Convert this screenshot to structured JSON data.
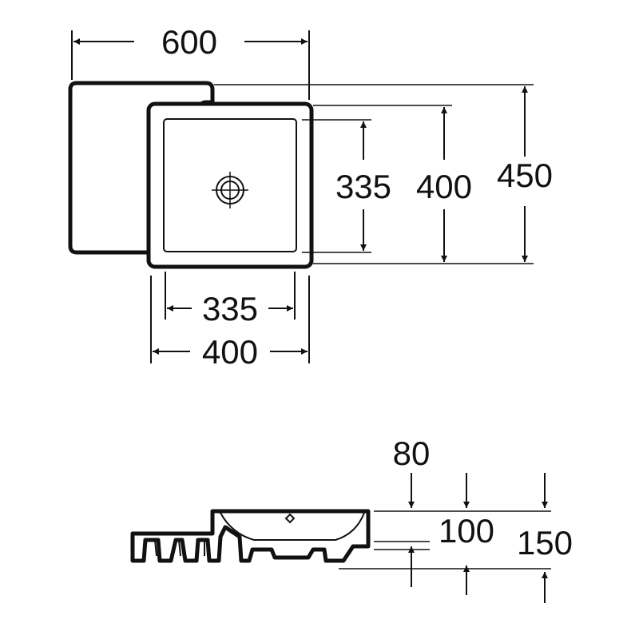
{
  "plan_view": {
    "overall_width": "600",
    "bowl_inner_width": "335",
    "bowl_outer_width": "400",
    "bowl_inner_depth": "335",
    "bowl_outer_depth": "400",
    "overall_depth": "450"
  },
  "section_view": {
    "rim_to_drain": "80",
    "bowl_height": "100",
    "overall_height": "150"
  },
  "colors": {
    "ink": "#111111",
    "background": "#ffffff"
  }
}
